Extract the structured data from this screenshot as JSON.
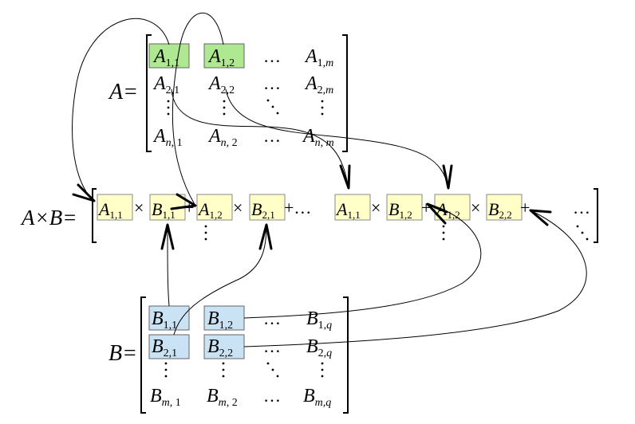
{
  "colors": {
    "a_highlight": "#aee891",
    "b_highlight": "#c9e2f4",
    "product_highlight": "#ffffc7"
  },
  "labels": {
    "matrix_a": "A",
    "matrix_b": "B",
    "product_a": "A",
    "product_times": "×",
    "product_b": "B",
    "equals": "="
  },
  "matrix_a": {
    "r1c1": {
      "base": "A",
      "sub": "1,1"
    },
    "r1c2": {
      "base": "A",
      "sub": "1,2"
    },
    "r1c3": "…",
    "r1c4": {
      "base": "A",
      "sub_a": "1,",
      "sub_b": "m"
    },
    "r2c1": {
      "base": "A",
      "sub": "2,1"
    },
    "r2c2": {
      "base": "A",
      "sub": "2,2"
    },
    "r2c3": "…",
    "r2c4": {
      "base": "A",
      "sub_a": "2,",
      "sub_b": "m"
    },
    "r4c1": {
      "base": "A",
      "sub_a": "n",
      "sub_b": ", 1"
    },
    "r4c2": {
      "base": "A",
      "sub_a": "n",
      "sub_b": ", 2"
    },
    "r4c3": "…",
    "r4c4": {
      "base": "A",
      "sub_a": "n",
      "sub_b": ", m"
    }
  },
  "matrix_b": {
    "r1c1": {
      "base": "B",
      "sub": "1,1"
    },
    "r1c2": {
      "base": "B",
      "sub": "1,2"
    },
    "r1c3": "…",
    "r1c4": {
      "base": "B",
      "sub_a": "1,",
      "sub_b": "q"
    },
    "r2c1": {
      "base": "B",
      "sub": "2,1"
    },
    "r2c2": {
      "base": "B",
      "sub": "2,2"
    },
    "r2c3": "…",
    "r2c4": {
      "base": "B",
      "sub_a": "2,",
      "sub_b": "q"
    },
    "r4c1": {
      "base": "B",
      "sub_a": "m",
      "sub_b": ", 1"
    },
    "r4c2": {
      "base": "B",
      "sub_a": "m",
      "sub_b": ", 2"
    },
    "r4c3": "…",
    "r4c4": {
      "base": "B",
      "sub_a": "m",
      "sub_b": ",q"
    }
  },
  "product": {
    "t1a": {
      "base": "A",
      "sub": "1,1"
    },
    "t1b": {
      "base": "B",
      "sub": "1,1"
    },
    "t2a": {
      "base": "A",
      "sub": "1,2"
    },
    "t2b": {
      "base": "B",
      "sub": "2,1"
    },
    "t3a": {
      "base": "A",
      "sub": "1,1"
    },
    "t3b": {
      "base": "B",
      "sub": "1,2"
    },
    "t4a": {
      "base": "A",
      "sub": "1,2"
    },
    "t4b": {
      "base": "B",
      "sub": "2,2"
    },
    "times": "×",
    "plus": "+",
    "plus_dots": "+…",
    "hdots": "…"
  }
}
